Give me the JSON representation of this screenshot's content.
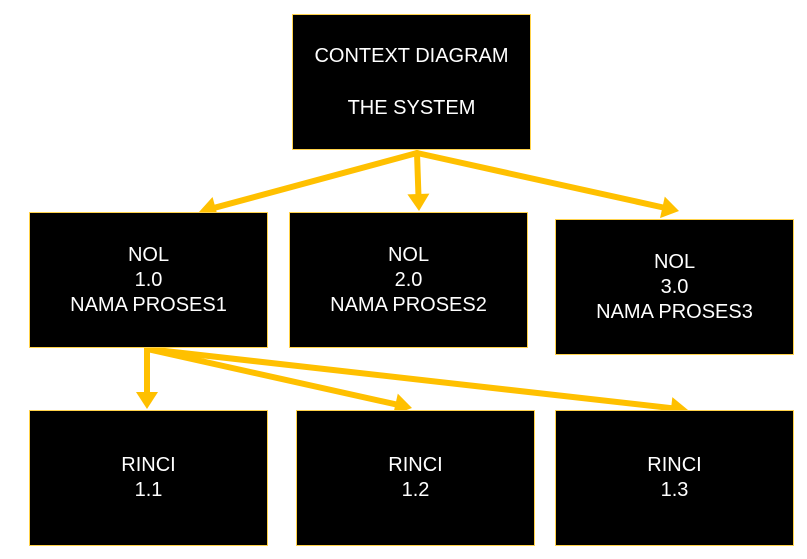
{
  "colors": {
    "box_fill": "#000000",
    "box_border": "#ffd24a",
    "text": "#ffffff",
    "arrow": "#ffc000"
  },
  "context": {
    "line1": "CONTEXT DIAGRAM",
    "line2": "THE SYSTEM"
  },
  "level0": [
    {
      "level": "NOL",
      "number": "1.0",
      "name": "NAMA PROSES1"
    },
    {
      "level": "NOL",
      "number": "2.0",
      "name": "NAMA PROSES2"
    },
    {
      "level": "NOL",
      "number": "3.0",
      "name": "NAMA PROSES3"
    }
  ],
  "level1": [
    {
      "level": "RINCI",
      "number": "1.1"
    },
    {
      "level": "RINCI",
      "number": "1.2"
    },
    {
      "level": "RINCI",
      "number": "1.3"
    }
  ],
  "edges": [
    {
      "from": "context",
      "to": "level0.0"
    },
    {
      "from": "context",
      "to": "level0.1"
    },
    {
      "from": "context",
      "to": "level0.2"
    },
    {
      "from": "level0.0",
      "to": "level1.0"
    },
    {
      "from": "level0.0",
      "to": "level1.1"
    },
    {
      "from": "level0.0",
      "to": "level1.2"
    }
  ]
}
